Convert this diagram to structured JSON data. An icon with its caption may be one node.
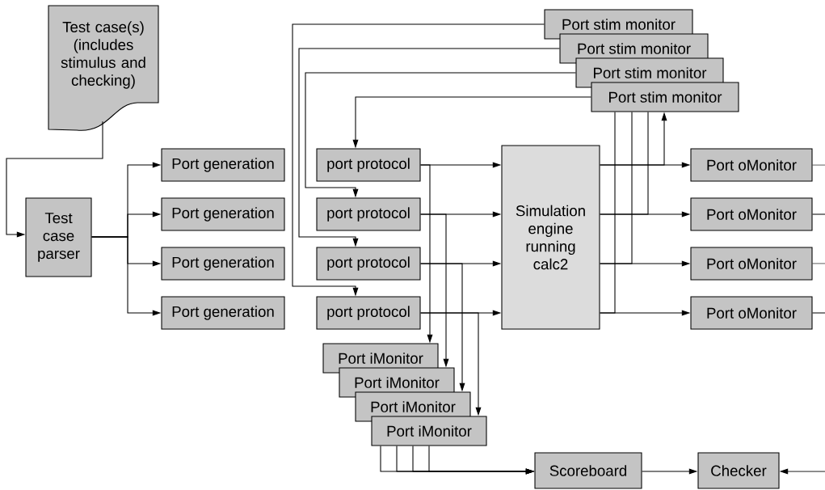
{
  "diagram": {
    "nodes": [
      {
        "text": [
          "Test case(s) (includes stimulus and checking)"
        ]
      },
      {
        "text": [
          "Test case parser"
        ]
      },
      {
        "text": [
          "Port generation"
        ]
      },
      {
        "text": [
          "port protocol"
        ]
      },
      {
        "text": [
          "Port generation"
        ]
      },
      {
        "text": [
          "port protocol"
        ]
      },
      {
        "text": [
          "Port generation"
        ]
      },
      {
        "text": [
          "port protocol"
        ]
      },
      {
        "text": [
          "Port generation"
        ]
      },
      {
        "text": [
          "port protocol"
        ]
      },
      {
        "text": [
          "Port stim monitor"
        ]
      },
      {
        "text": [
          "Port stim monitor"
        ]
      },
      {
        "text": [
          "Port stim monitor"
        ]
      },
      {
        "text": [
          "Port stim monitor"
        ]
      },
      {
        "text": [
          "Simulation engine running calc2"
        ]
      },
      {
        "text": [
          "Port oMonitor"
        ]
      },
      {
        "text": [
          "Port oMonitor"
        ]
      },
      {
        "text": [
          "Port oMonitor"
        ]
      },
      {
        "text": [
          "Port oMonitor"
        ]
      },
      {
        "text": [
          "Port iMonitor"
        ]
      },
      {
        "text": [
          "Port iMonitor"
        ]
      },
      {
        "text": [
          "Port iMonitor"
        ]
      },
      {
        "text": [
          "Port iMonitor"
        ]
      },
      {
        "text": [
          "Scoreboard"
        ]
      },
      {
        "text": [
          "Checker"
        ]
      }
    ],
    "edges": [
      {
        "from": 0,
        "to": 1,
        "arrow": "to"
      },
      {
        "from": 1,
        "to": 2,
        "arrow": "to"
      },
      {
        "from": 1,
        "to": 4,
        "arrow": "to"
      },
      {
        "from": 1,
        "to": 6,
        "arrow": "to"
      },
      {
        "from": 1,
        "to": 8,
        "arrow": "to"
      },
      {
        "from": 3,
        "to": 14,
        "arrow": "to"
      },
      {
        "from": 5,
        "to": 14,
        "arrow": "to"
      },
      {
        "from": 7,
        "to": 14,
        "arrow": "to"
      },
      {
        "from": 9,
        "to": 14,
        "arrow": "to"
      },
      {
        "from": 3,
        "to": 19,
        "arrow": "to"
      },
      {
        "from": 5,
        "to": 20,
        "arrow": "to"
      },
      {
        "from": 7,
        "to": 21,
        "arrow": "to"
      },
      {
        "from": 9,
        "to": 22,
        "arrow": "to"
      },
      {
        "from": 10,
        "to": 9,
        "arrow": "to"
      },
      {
        "from": 11,
        "to": 7,
        "arrow": "to"
      },
      {
        "from": 12,
        "to": 5,
        "arrow": "to"
      },
      {
        "from": 13,
        "to": 3,
        "arrow": "to"
      },
      {
        "from": 14,
        "to": 15,
        "arrow": "to"
      },
      {
        "from": 14,
        "to": 16,
        "arrow": "to"
      },
      {
        "from": 14,
        "to": 17,
        "arrow": "to"
      },
      {
        "from": 14,
        "to": 18,
        "arrow": "to"
      },
      {
        "from": 14,
        "to": 13,
        "arrow": "to"
      },
      {
        "from": 14,
        "to": 13,
        "arrow": "none"
      },
      {
        "from": 14,
        "to": 13,
        "arrow": "none"
      },
      {
        "from": 14,
        "to": 13,
        "arrow": "none"
      },
      {
        "from": 22,
        "to": 23,
        "arrow": "to"
      },
      {
        "from": 22,
        "to": 23,
        "arrow": "to"
      },
      {
        "from": 22,
        "to": 23,
        "arrow": "to"
      },
      {
        "from": 22,
        "to": 23,
        "arrow": "to"
      },
      {
        "from": 23,
        "to": 24,
        "arrow": "to"
      },
      {
        "from": 15,
        "to": null,
        "arrow": "none"
      },
      {
        "from": 16,
        "to": null,
        "arrow": "none"
      },
      {
        "from": 17,
        "to": null,
        "arrow": "none"
      },
      {
        "from": 18,
        "to": null,
        "arrow": "none"
      },
      {
        "from": null,
        "to": 24,
        "arrow": "to"
      }
    ]
  }
}
